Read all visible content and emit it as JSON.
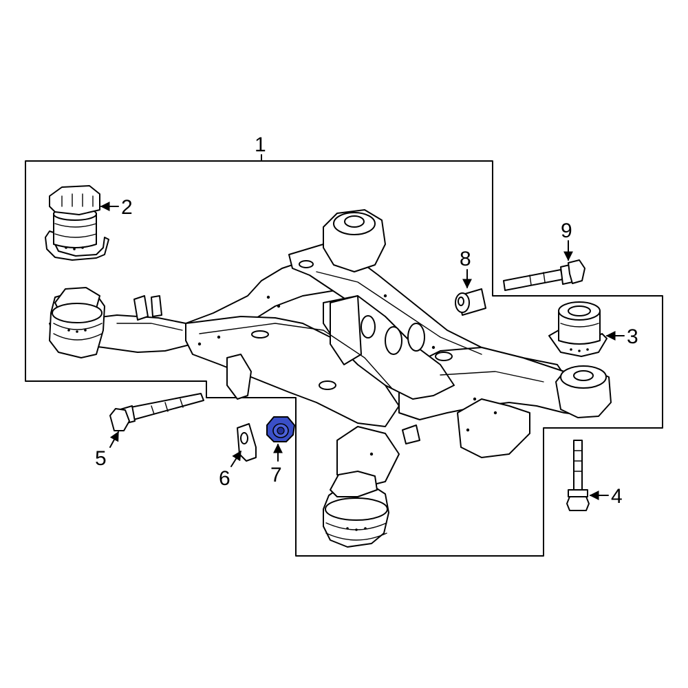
{
  "diagram": {
    "colors": {
      "line": "#000000",
      "background": "#ffffff",
      "highlight": "#3a4fc7"
    },
    "callouts": [
      {
        "id": "1",
        "label": "1"
      },
      {
        "id": "2",
        "label": "2"
      },
      {
        "id": "3",
        "label": "3"
      },
      {
        "id": "4",
        "label": "4"
      },
      {
        "id": "5",
        "label": "5"
      },
      {
        "id": "6",
        "label": "6"
      },
      {
        "id": "7",
        "label": "7",
        "highlighted": true
      },
      {
        "id": "8",
        "label": "8"
      },
      {
        "id": "9",
        "label": "9"
      }
    ]
  }
}
